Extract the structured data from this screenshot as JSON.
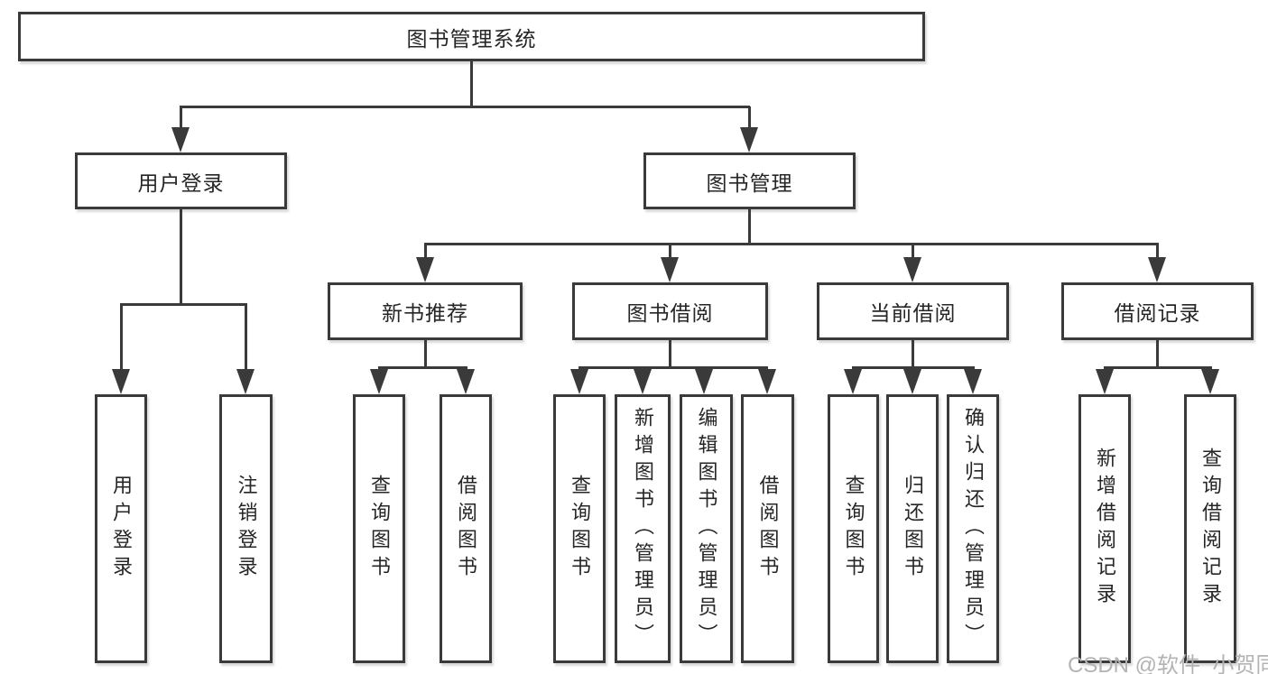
{
  "diagram": {
    "root": {
      "label": "图书管理系统"
    },
    "level2": {
      "user_login": {
        "label": "用户登录",
        "children": [
          {
            "label": "用户登录"
          },
          {
            "label": "注销登录"
          }
        ]
      },
      "book_management": {
        "label": "图书管理",
        "children": [
          {
            "label": "新书推荐",
            "children": [
              {
                "label": "查询图书"
              },
              {
                "label": "借阅图书"
              }
            ]
          },
          {
            "label": "图书借阅",
            "children": [
              {
                "label": "查询图书"
              },
              {
                "label": "新增图书（管理员）"
              },
              {
                "label": "编辑图书（管理员）"
              },
              {
                "label": "借阅图书"
              }
            ]
          },
          {
            "label": "当前借阅",
            "children": [
              {
                "label": "查询图书"
              },
              {
                "label": "归还图书"
              },
              {
                "label": "确认归还（管理员）"
              }
            ]
          },
          {
            "label": "借阅记录",
            "children": [
              {
                "label": "新增借阅记录"
              },
              {
                "label": "查询借阅记录"
              }
            ]
          }
        ]
      }
    }
  },
  "watermark": {
    "text": "CSDN @软件_小贺同学"
  },
  "colors": {
    "line": "#3a3a3a",
    "box_border": "#3a3a3a",
    "background": "#ffffff",
    "text": "#262626",
    "watermark": "#b3b3b3"
  }
}
